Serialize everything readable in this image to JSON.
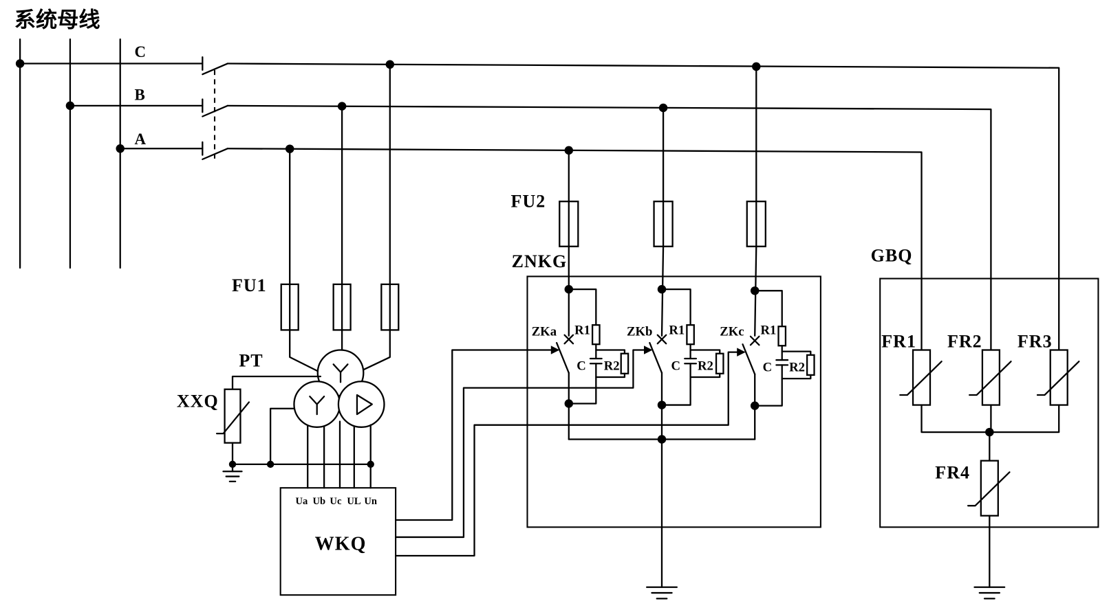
{
  "title": "系统母线",
  "bus": {
    "c": "C",
    "b": "B",
    "a": "A"
  },
  "fu1": "FU1",
  "pt": "PT",
  "xxq": "XXQ",
  "wkq": {
    "label": "WKQ",
    "terminals": [
      "Ua",
      "Ub",
      "Uc",
      "UL",
      "Un"
    ]
  },
  "fu2": "FU2",
  "znkg": {
    "label": "ZNKG",
    "branches": [
      {
        "switch": "ZKa",
        "r1": "R1",
        "c": "C",
        "r2": "R2"
      },
      {
        "switch": "ZKb",
        "r1": "R1",
        "c": "C",
        "r2": "R2"
      },
      {
        "switch": "ZKc",
        "r1": "R1",
        "c": "C",
        "r2": "R2"
      }
    ]
  },
  "gbq": {
    "label": "GBQ",
    "varistors": [
      "FR1",
      "FR2",
      "FR3",
      "FR4"
    ]
  },
  "colors": {
    "line": "#000000",
    "background": "#ffffff"
  }
}
